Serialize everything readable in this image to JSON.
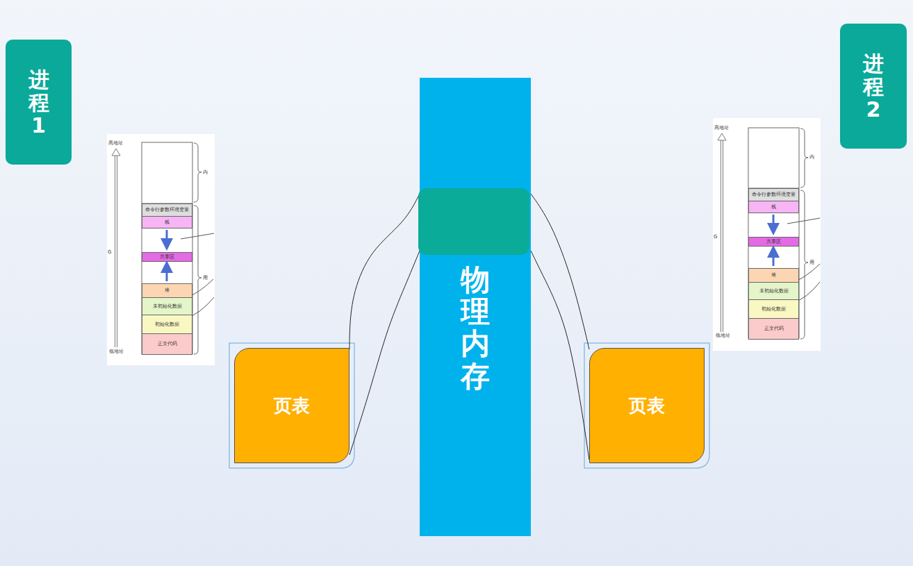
{
  "diagram": {
    "nodes": [
      {
        "text": [
          "进程1"
        ]
      },
      {
        "text": [
          "命令行参数环境变量"
        ]
      },
      {
        "text": [
          "栈"
        ]
      },
      {
        "text": [
          "共享区"
        ]
      },
      {
        "text": [
          "堆"
        ]
      },
      {
        "text": [
          "未初始化数据"
        ]
      },
      {
        "text": [
          "初始化数据"
        ]
      },
      {
        "text": [
          "正文代码"
        ]
      },
      {
        "text": [
          "页表"
        ]
      },
      {
        "text": [
          "物理内存"
        ]
      },
      {
        "text": [
          "页表"
        ]
      },
      {
        "text": [
          "命令行参数环境变量"
        ]
      },
      {
        "text": [
          "栈"
        ]
      },
      {
        "text": [
          "共享区"
        ]
      },
      {
        "text": [
          "堆"
        ]
      },
      {
        "text": [
          "未初始化数据"
        ]
      },
      {
        "text": [
          "初始化数据"
        ]
      },
      {
        "text": [
          "正文代码"
        ]
      },
      {
        "text": [
          "进程2"
        ]
      }
    ],
    "edges": [
      {
        "from": 8,
        "to": 9,
        "arrow": "none"
      },
      {
        "from": 8,
        "to": 9,
        "arrow": "none"
      },
      {
        "from": 10,
        "to": 9,
        "arrow": "none"
      },
      {
        "from": 10,
        "to": 9,
        "arrow": "none"
      }
    ],
    "labels": [
      "高地址",
      "低地址",
      "内",
      "用",
      "G",
      "高地址",
      "低地址",
      "内",
      "用",
      "G"
    ]
  }
}
